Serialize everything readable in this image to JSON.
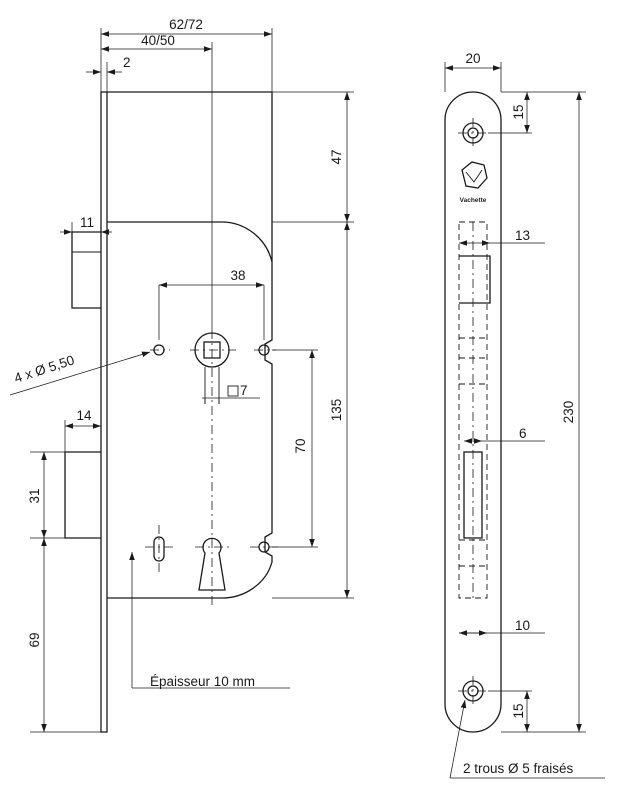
{
  "dimensions": {
    "overall_depth": "62/72",
    "backset": "40/50",
    "faceplate_offset": "2",
    "top_height": "47",
    "latch_projection": "11",
    "follower_to_fixing": "38",
    "fixing_holes": "4 x Ø 5,50",
    "spindle_square": "7",
    "bolt_projection": "14",
    "bolt_height": "31",
    "bolt_to_bottom": "69",
    "follower_to_key": "70",
    "case_height": "135",
    "faceplate_width": "20",
    "screw_hole_top": "15",
    "latch_width": "13",
    "faceplate_length": "230",
    "bolt_width": "6",
    "bottom_width": "10",
    "screw_hole_bottom": "15"
  },
  "notes": {
    "thickness": "Épaisseur 10 mm",
    "screw_holes": "2 trous  Ø 5 fraisés"
  },
  "brand": {
    "name": "Vachette"
  }
}
